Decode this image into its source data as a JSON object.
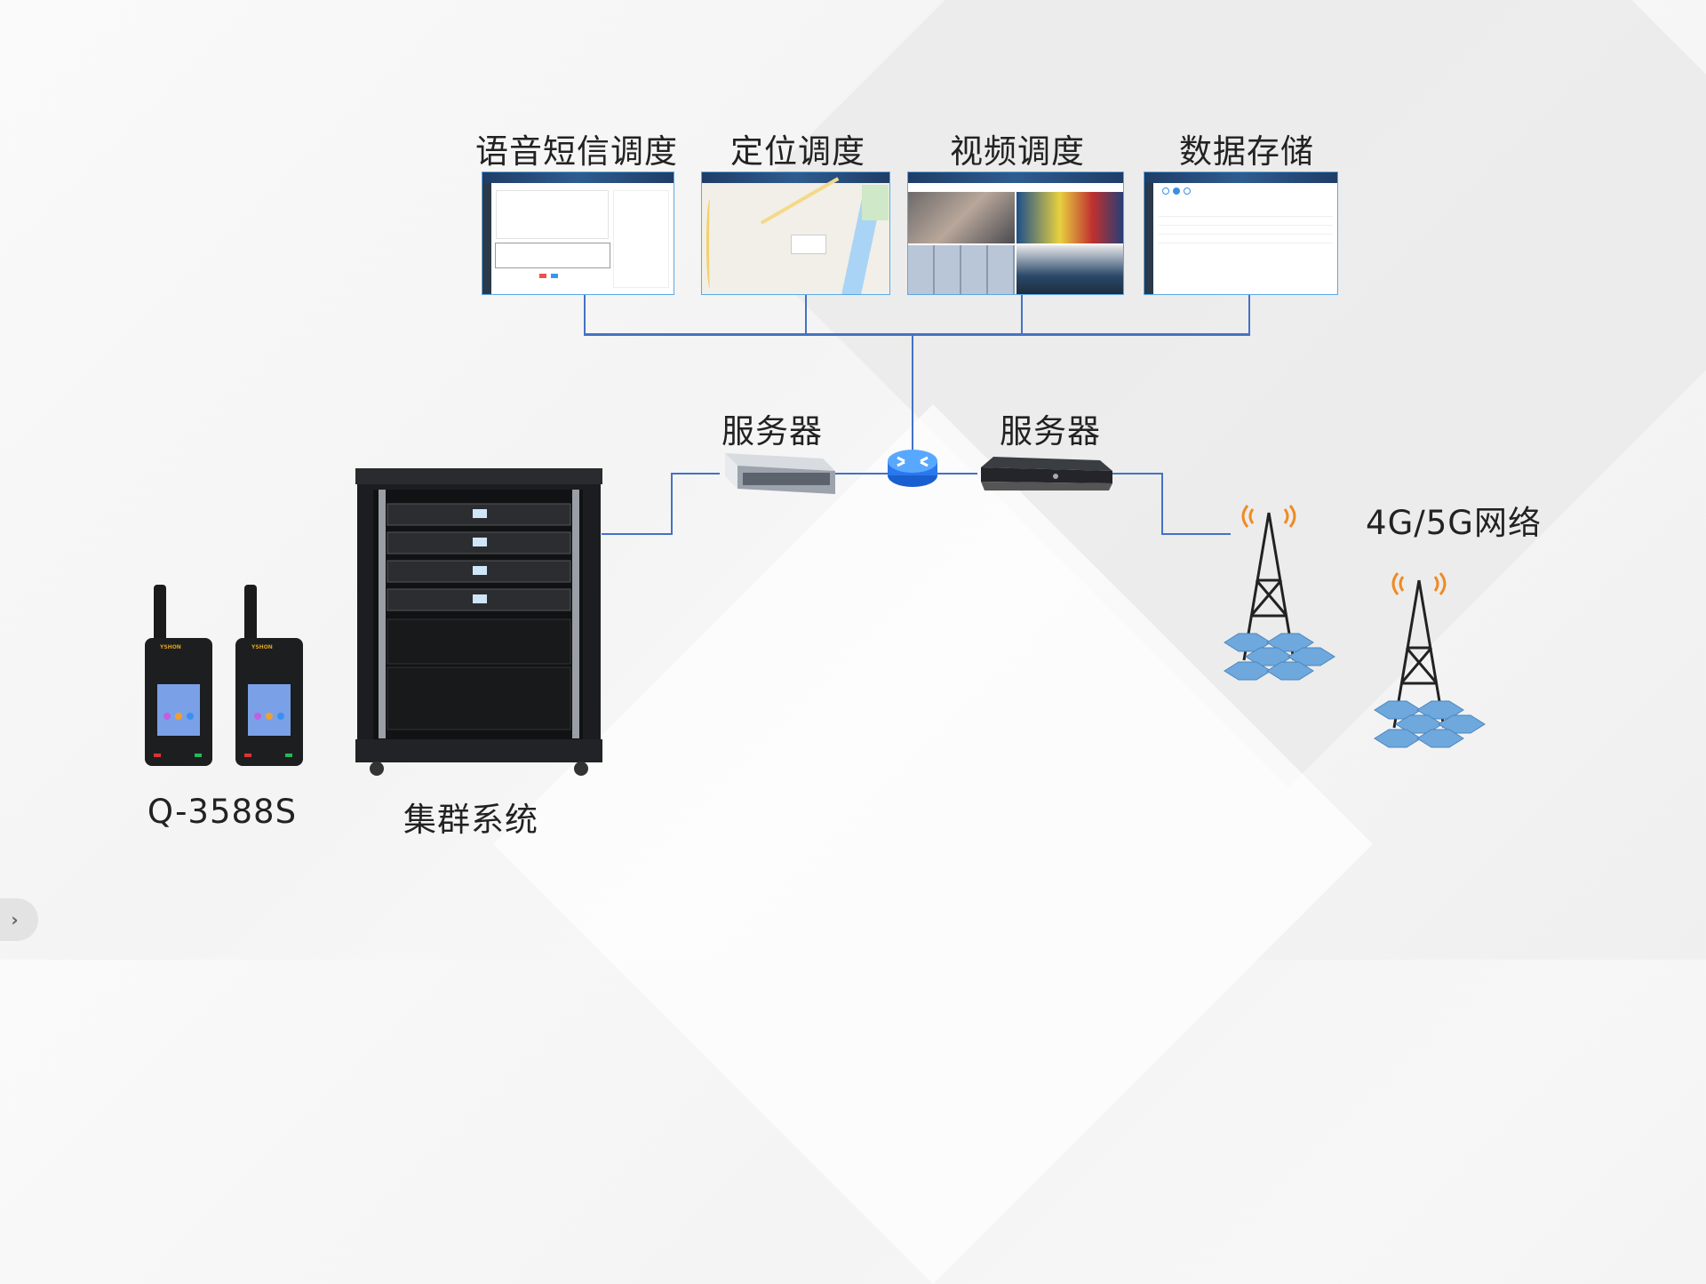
{
  "apps": [
    {
      "label": "语音短信调度"
    },
    {
      "label": "定位调度"
    },
    {
      "label": "视频调度"
    },
    {
      "label": "数据存储"
    }
  ],
  "servers": [
    {
      "label": "服务器"
    },
    {
      "label": "服务器"
    }
  ],
  "network": {
    "label": "4G/5G网络"
  },
  "terminal": {
    "label": "Q-3588S",
    "brand": "YSHON"
  },
  "cluster": {
    "label": "集群系统"
  },
  "nav": {
    "next_icon": "›"
  },
  "colors": {
    "connector": "#4472c4",
    "screen_header": "#1f3d66",
    "tower_base": "#5b9bd5"
  }
}
